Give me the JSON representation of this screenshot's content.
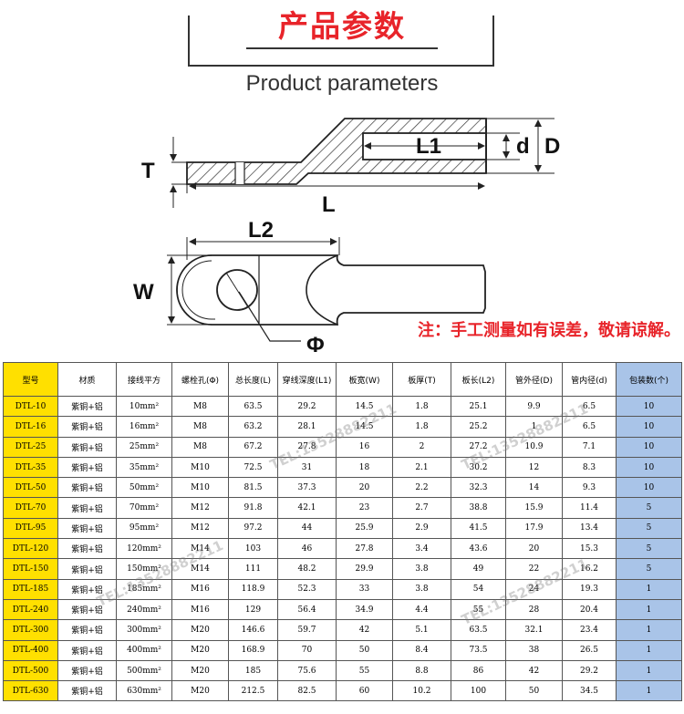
{
  "header": {
    "title_cn": "产品参数",
    "title_en": "Product parameters"
  },
  "diagram": {
    "labels": {
      "L1": "L1",
      "d": "d",
      "D": "D",
      "T": "T",
      "L": "L",
      "L2": "L2",
      "W": "W",
      "phi": "Φ"
    }
  },
  "note": "注：手工测量如有误差，敬请谅解。",
  "table": {
    "headers": [
      "型号",
      "材质",
      "接线平方",
      "螺栓孔(Φ)",
      "总长度(L)",
      "穿线深度(L1)",
      "板宽(W)",
      "板厚(T)",
      "板长(L2)",
      "管外径(D)",
      "管内径(d)",
      "包装数(个)"
    ],
    "rows": [
      [
        "DTL-10",
        "紫铜+铝",
        "10mm²",
        "M8",
        "63.5",
        "29.2",
        "14.5",
        "1.8",
        "25.1",
        "9.9",
        "6.5",
        "10"
      ],
      [
        "DTL-16",
        "紫铜+铝",
        "16mm²",
        "M8",
        "63.2",
        "28.1",
        "14.5",
        "1.8",
        "25.2",
        "1",
        "6.5",
        "10"
      ],
      [
        "DTL-25",
        "紫铜+铝",
        "25mm²",
        "M8",
        "67.2",
        "27.8",
        "16",
        "2",
        "27.2",
        "10.9",
        "7.1",
        "10"
      ],
      [
        "DTL-35",
        "紫铜+铝",
        "35mm²",
        "M10",
        "72.5",
        "31",
        "18",
        "2.1",
        "30.2",
        "12",
        "8.3",
        "10"
      ],
      [
        "DTL-50",
        "紫铜+铝",
        "50mm²",
        "M10",
        "81.5",
        "37.3",
        "20",
        "2.2",
        "32.3",
        "14",
        "9.3",
        "10"
      ],
      [
        "DTL-70",
        "紫铜+铝",
        "70mm²",
        "M12",
        "91.8",
        "42.1",
        "23",
        "2.7",
        "38.8",
        "15.9",
        "11.4",
        "5"
      ],
      [
        "DTL-95",
        "紫铜+铝",
        "95mm²",
        "M12",
        "97.2",
        "44",
        "25.9",
        "2.9",
        "41.5",
        "17.9",
        "13.4",
        "5"
      ],
      [
        "DTL-120",
        "紫铜+铝",
        "120mm²",
        "M14",
        "103",
        "46",
        "27.8",
        "3.4",
        "43.6",
        "20",
        "15.3",
        "5"
      ],
      [
        "DTL-150",
        "紫铜+铝",
        "150mm²",
        "M14",
        "111",
        "48.2",
        "29.9",
        "3.8",
        "49",
        "22",
        "16.2",
        "5"
      ],
      [
        "DTL-185",
        "紫铜+铝",
        "185mm²",
        "M16",
        "118.9",
        "52.3",
        "33",
        "3.8",
        "54",
        "24",
        "19.3",
        "1"
      ],
      [
        "DTL-240",
        "紫铜+铝",
        "240mm²",
        "M16",
        "129",
        "56.4",
        "34.9",
        "4.4",
        "55",
        "28",
        "20.4",
        "1"
      ],
      [
        "DTL-300",
        "紫铜+铝",
        "300mm²",
        "M20",
        "146.6",
        "59.7",
        "42",
        "5.1",
        "63.5",
        "32.1",
        "23.4",
        "1"
      ],
      [
        "DTL-400",
        "紫铜+铝",
        "400mm²",
        "M20",
        "168.9",
        "70",
        "50",
        "8.4",
        "73.5",
        "38",
        "26.5",
        "1"
      ],
      [
        "DTL-500",
        "紫铜+铝",
        "500mm²",
        "M20",
        "185",
        "75.6",
        "55",
        "8.8",
        "86",
        "42",
        "29.2",
        "1"
      ],
      [
        "DTL-630",
        "紫铜+铝",
        "630mm²",
        "M20",
        "212.5",
        "82.5",
        "60",
        "10.2",
        "100",
        "50",
        "34.5",
        "1"
      ]
    ]
  }
}
